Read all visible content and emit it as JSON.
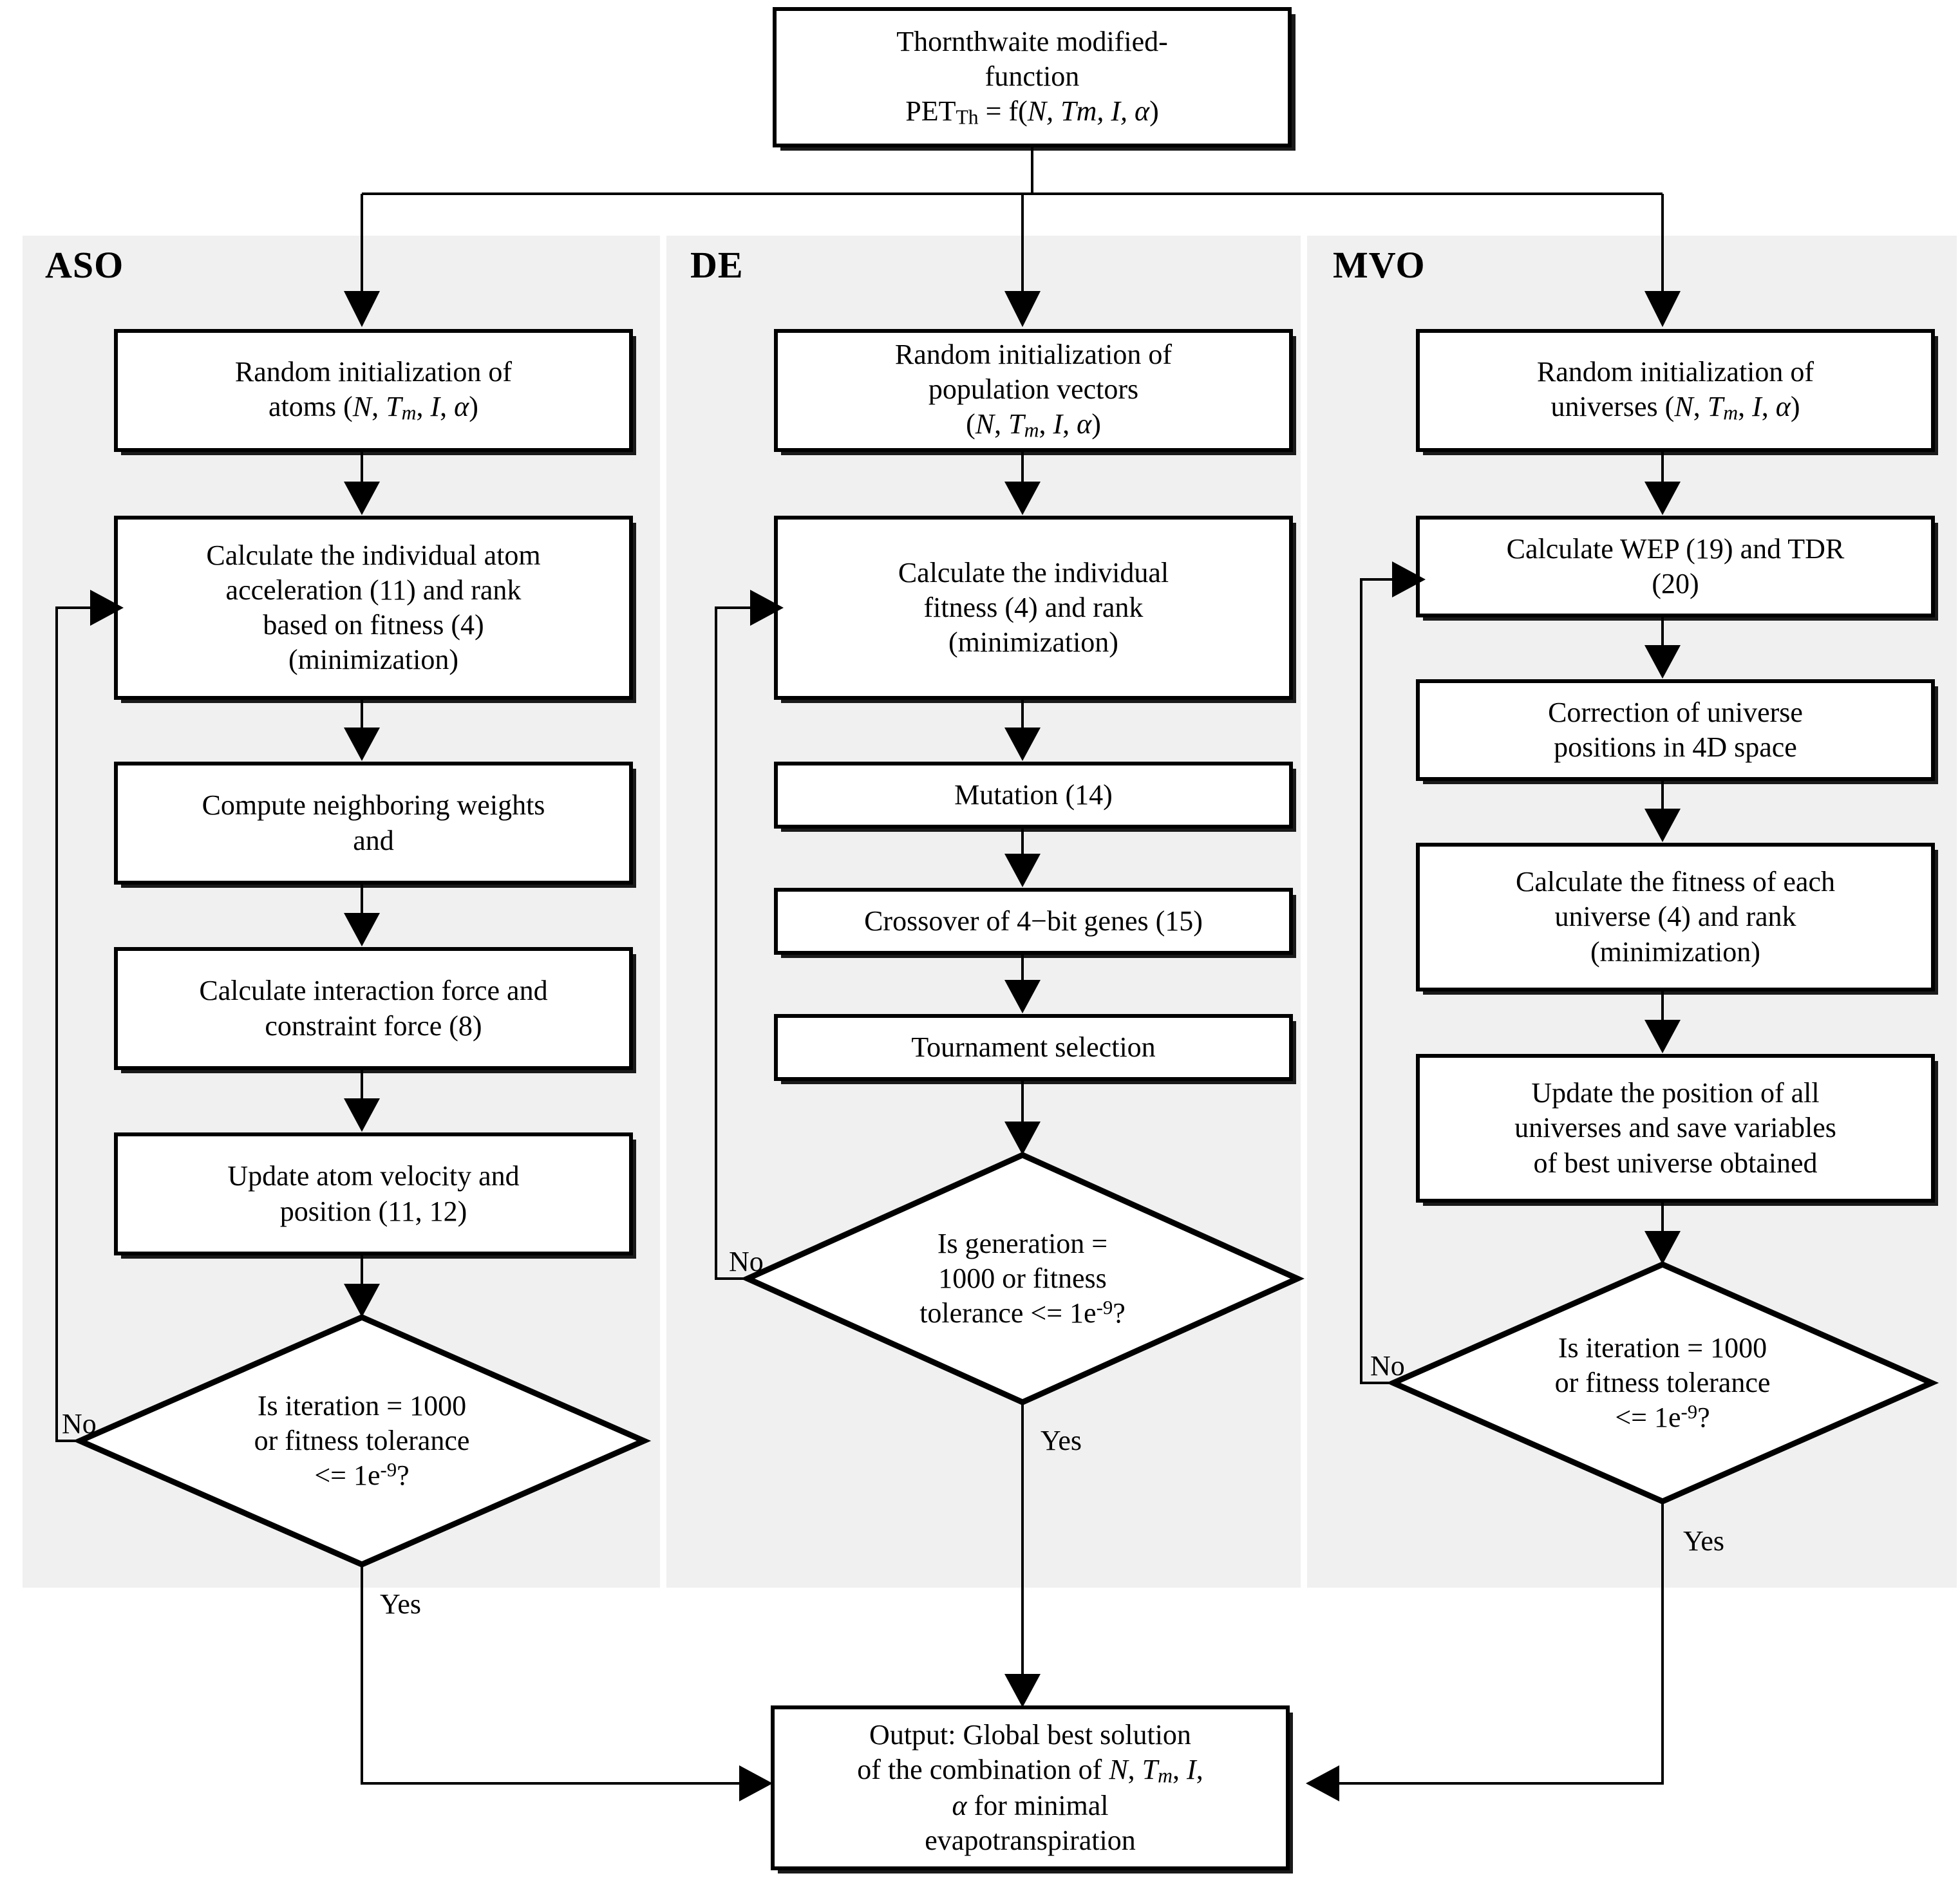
{
  "diagram": {
    "title_box": {
      "line1": "Thornthwaite modified-",
      "line2": "function",
      "line3_prefix": "PET",
      "line3_sub": "Th",
      "line3_rest": " = f(",
      "line3_vars": "N, Tm, I, α",
      "line3_close": ")"
    },
    "columns": [
      {
        "id": "aso",
        "header": "ASO"
      },
      {
        "id": "de",
        "header": "DE"
      },
      {
        "id": "mvo",
        "header": "MVO"
      }
    ],
    "aso": {
      "init": {
        "l1": "Random initialization of",
        "l2": "atoms (N, Tm, I, α)"
      },
      "fitness": {
        "l1": "Calculate the individual atom",
        "l2": "acceleration (11) and rank",
        "l3": "based on fitness (4)",
        "l4": "(minimization)"
      },
      "weights": {
        "l1": "Compute neighboring weights",
        "l2": "and"
      },
      "force": {
        "l1": "Calculate interaction force and",
        "l2": "constraint force (8)"
      },
      "update": {
        "l1": "Update atom velocity and",
        "l2": "position (11, 12)"
      },
      "decision": {
        "l1": "Is iteration = 1000",
        "l2": "or fitness tolerance",
        "l3_pre": "<= 1e",
        "l3_sup": "-9",
        "l3_post": "?"
      },
      "no_label": "No",
      "yes_label": "Yes"
    },
    "de": {
      "init": {
        "l1": "Random initialization of",
        "l2": "population vectors",
        "l3": "(N, Tm, I, α)"
      },
      "fitness": {
        "l1": "Calculate the individual",
        "l2": "fitness (4) and rank",
        "l3": "(minimization)"
      },
      "mutation": {
        "l1": "Mutation (14)"
      },
      "crossover": {
        "l1": "Crossover of 4−bit genes (15)"
      },
      "tournament": {
        "l1": "Tournament selection"
      },
      "decision": {
        "l1": "Is generation =",
        "l2": "1000 or fitness",
        "l3_pre": "tolerance <= 1e",
        "l3_sup": "-9",
        "l3_post": "?"
      },
      "no_label": "No",
      "yes_label": "Yes"
    },
    "mvo": {
      "init": {
        "l1": "Random initialization of",
        "l2": "universes (N, Tm, I, α)"
      },
      "wep": {
        "l1": "Calculate WEP (19) and TDR",
        "l2": "(20)"
      },
      "correction": {
        "l1": "Correction of universe",
        "l2": "positions in 4D space"
      },
      "fitness": {
        "l1": "Calculate the fitness of each",
        "l2": "universe (4) and rank",
        "l3": "(minimization)"
      },
      "update": {
        "l1": "Update the position of all",
        "l2": "universes and save variables",
        "l3": "of best universe obtained"
      },
      "decision": {
        "l1": "Is iteration = 1000",
        "l2": "or fitness tolerance",
        "l3_pre": "<= 1e",
        "l3_sup": "-9",
        "l3_post": "?"
      },
      "no_label": "No",
      "yes_label": "Yes"
    },
    "output_box": {
      "l1": "Output: Global best solution",
      "l2": "of the combination of N, Tm, I,",
      "l3": "α for minimal",
      "l4": "evapotranspiration"
    },
    "colors": {
      "panel_bg": "#f0f0f0",
      "page_bg": "#ffffff",
      "stroke": "#000000",
      "box_fill": "#ffffff"
    }
  }
}
